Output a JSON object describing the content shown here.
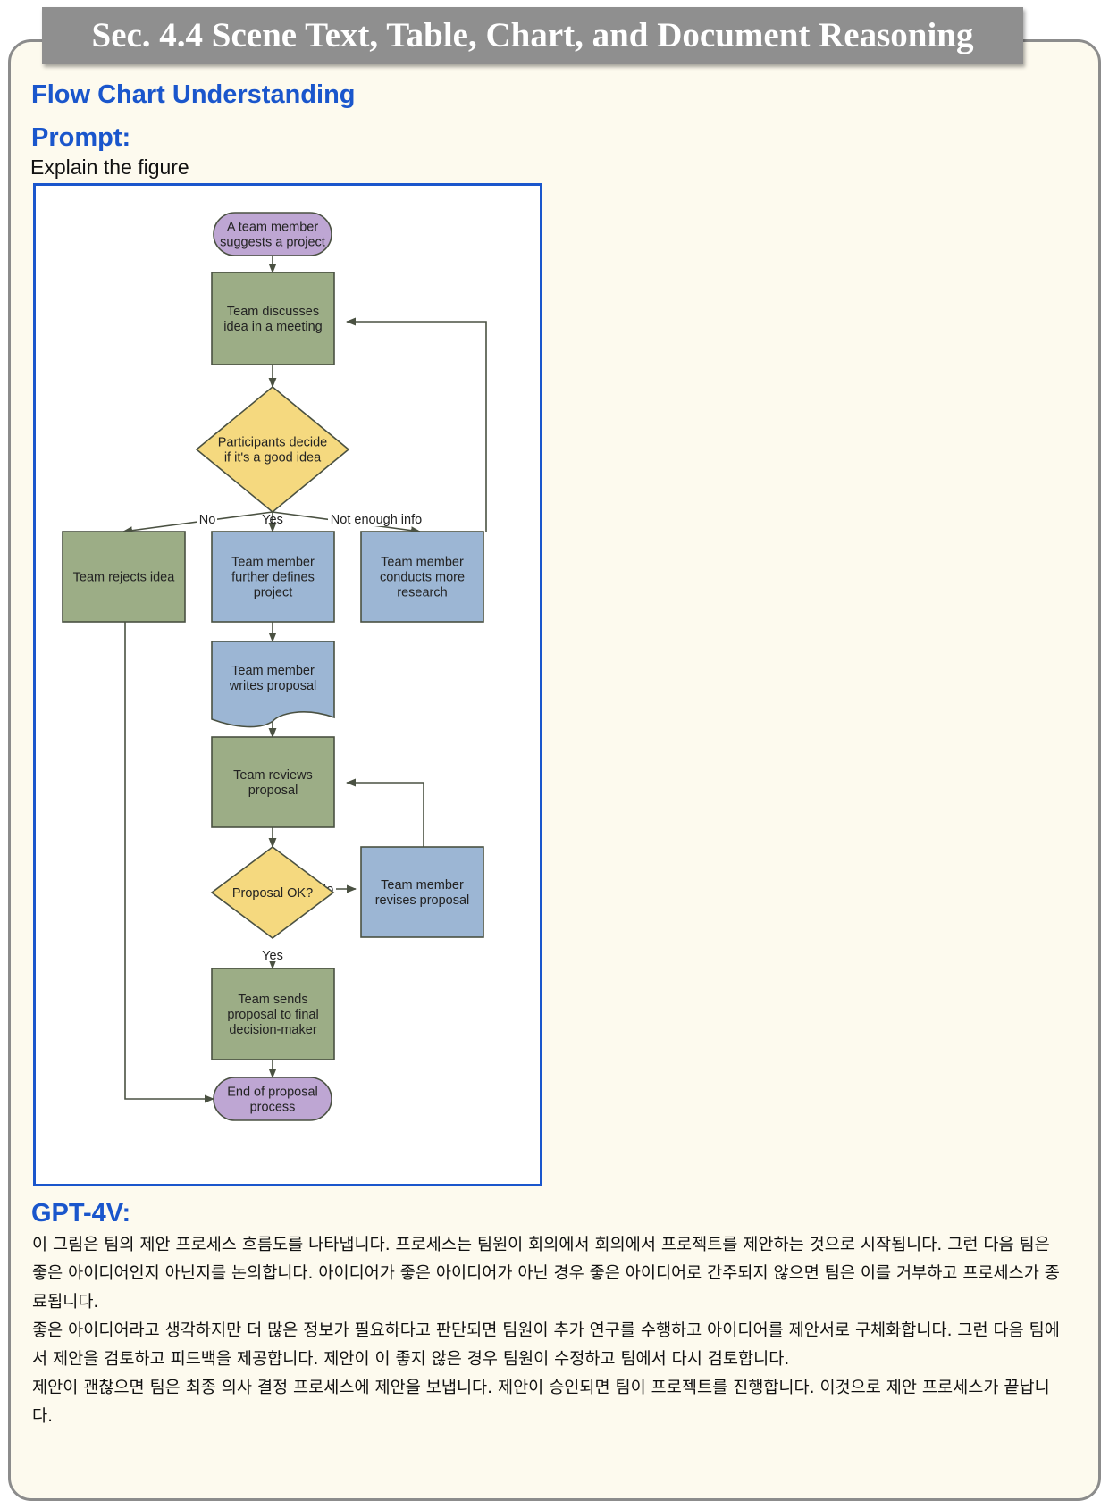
{
  "section_title": "Sec. 4.4 Scene Text, Table, Chart, and Document Reasoning",
  "task_title": "Flow Chart Understanding",
  "prompt_label": "Prompt:",
  "prompt_text": "Explain the figure",
  "flowchart": {
    "nodes": {
      "start": [
        "A team member",
        "suggests a project"
      ],
      "discuss": [
        "Team discusses",
        "idea in a meeting"
      ],
      "decide": [
        "Participants decide",
        "if it's a good idea"
      ],
      "reject": [
        "Team rejects idea"
      ],
      "define": [
        "Team member",
        "further defines",
        "project"
      ],
      "research": [
        "Team member",
        "conducts more",
        "research"
      ],
      "write": [
        "Team member",
        "writes proposal"
      ],
      "review": [
        "Team reviews",
        "proposal"
      ],
      "ok": [
        "Proposal OK?"
      ],
      "revise": [
        "Team member",
        "revises proposal"
      ],
      "send": [
        "Team sends",
        "proposal to final",
        "decision-maker"
      ],
      "end": [
        "End of proposal",
        "process"
      ]
    },
    "edges": {
      "no": "No",
      "yes": "Yes",
      "not_enough": "Not enough info",
      "ok_no": "No",
      "ok_yes": "Yes"
    },
    "colors": {
      "green": "#9cad86",
      "blue": "#9cb6d4",
      "yellow": "#f5d97f",
      "purple": "#bea6d3",
      "line": "#4a5142"
    }
  },
  "answer_label": "GPT-4V:",
  "answer_paragraphs": [
    "이 그림은 팀의 제안 프로세스 흐름도를 나타냅니다. 프로세스는 팀원이 회의에서 회의에서 프로젝트를 제안하는 것으로 시작됩니다. 그런 다음 팀은 좋은 아이디어인지 아닌지를 논의합니다. 아이디어가 좋은 아이디어가 아닌 경우 좋은 아이디어로 간주되지 않으면 팀은 이를 거부하고 프로세스가 종료됩니다.",
    "좋은 아이디어라고 생각하지만 더 많은 정보가 필요하다고 판단되면 팀원이 추가 연구를 수행하고 아이디어를 제안서로 구체화합니다. 그런 다음 팀에서 제안을 검토하고 피드백을 제공합니다. 제안이 이 좋지 않은 경우 팀원이 수정하고 팀에서 다시 검토합니다.",
    "제안이 괜찮으면 팀은 최종 의사 결정 프로세스에 제안을 보냅니다. 제안이 승인되면 팀이 프로젝트를 진행합니다. 이것으로 제안 프로세스가 끝납니다."
  ]
}
